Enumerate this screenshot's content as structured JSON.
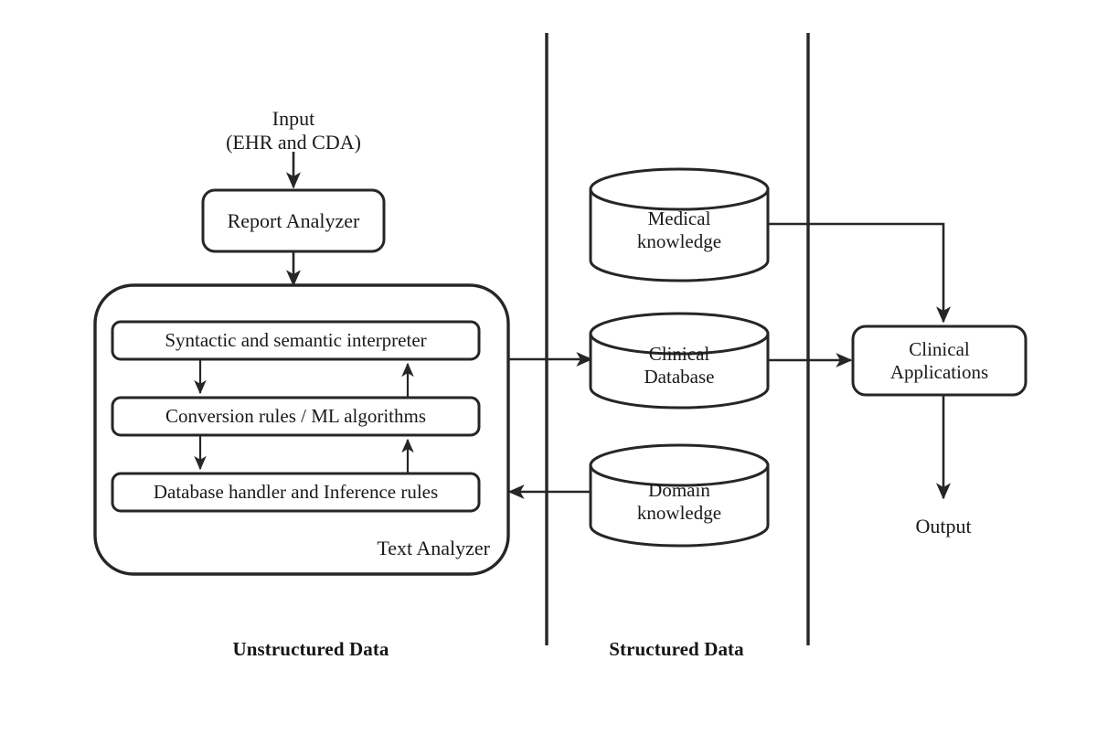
{
  "diagram": {
    "title": "Clinical text analysis system architecture",
    "colors": {
      "stroke": "#262626",
      "background": "#ffffff",
      "text": "#1a1a1a"
    },
    "input_label": "Input\n(EHR and CDA)",
    "output_label": "Output",
    "nodes": {
      "report_analyzer": "Report Analyzer",
      "text_analyzer": "Text Analyzer",
      "syntactic_interpreter": "Syntactic and semantic interpreter",
      "conversion_rules": "Conversion rules / ML algorithms",
      "database_handler": "Database handler and Inference rules",
      "clinical_applications": "Clinical\nApplications"
    },
    "datastores": {
      "medical_knowledge": "Medical\nknowledge",
      "clinical_database": "Clinical\nDatabase",
      "domain_knowledge": "Domain\nknowledge"
    },
    "sections": {
      "unstructured": "Unstructured Data",
      "structured": "Structured Data"
    }
  }
}
